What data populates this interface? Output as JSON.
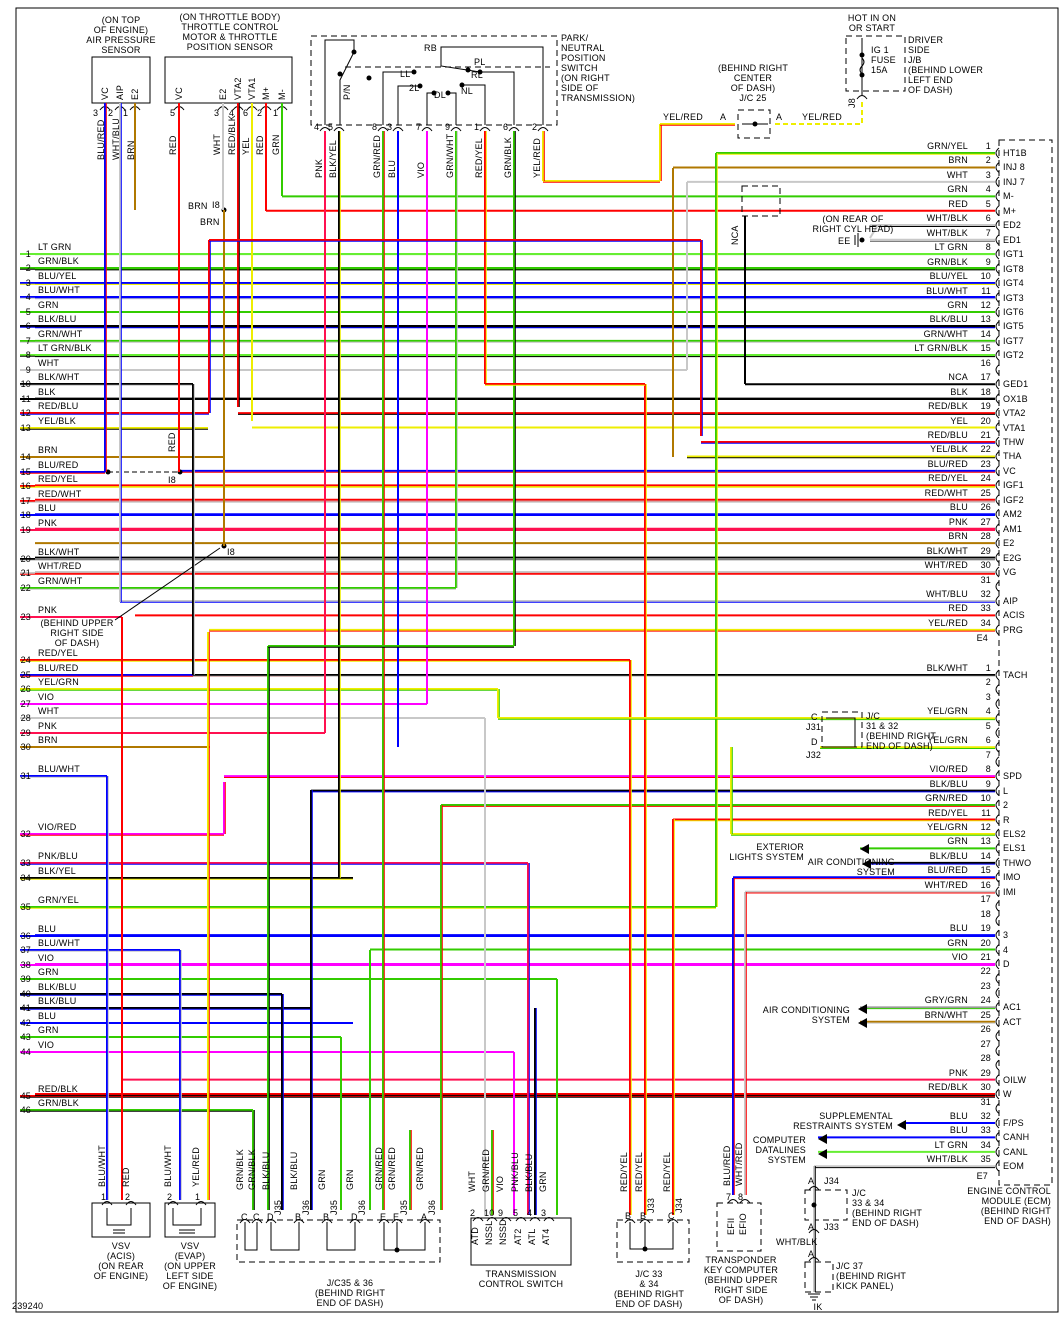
{
  "figure_id": "239240",
  "wire_colors": {
    "GRN": "#33cc00",
    "LT GRN": "#66ee33",
    "RED": "#ff0000",
    "BLU": "#0000ff",
    "YEL": "#eeee00",
    "BRN": "#b07800",
    "WHT": "#c8c8c8",
    "BLK": "#000000",
    "VIO": "#ff00ff",
    "PNK": "#ff1050",
    "GRY": "#999999"
  },
  "air_pressure_sensor": {
    "title": "(ON TOP\nOF ENGINE)\nAIR PRESSURE\nSENSOR",
    "pins": [
      {
        "num": "3",
        "name": "VC",
        "wire": "BLU/RED"
      },
      {
        "num": "2",
        "name": "AIP",
        "wire": "WHT/BLU"
      },
      {
        "num": "1",
        "name": "E2",
        "wire": "BRN"
      }
    ]
  },
  "throttle_sensor": {
    "title": "(ON THROTTLE BODY)\nTHROTTLE CONTROL\nMOTOR & THROTTLE\nPOSITION SENSOR",
    "pins": [
      {
        "num": "5",
        "name": "VC",
        "wire": "RED"
      },
      {
        "num": "3",
        "name": "E2",
        "wire": "WHT"
      },
      {
        "num": "4",
        "name": "VTA2",
        "wire": "RED/BLK"
      },
      {
        "num": "6",
        "name": "VTA1",
        "wire": "YEL"
      },
      {
        "num": "2",
        "name": "M+",
        "wire": "RED"
      },
      {
        "num": "1",
        "name": "M-",
        "wire": "GRN"
      }
    ]
  },
  "park_neutral_switch": {
    "title": "PARK/\nNEUTRAL\nPOSITION\nSWITCH\n(ON RIGHT\nSIDE OF\nTRANSMISSION)",
    "contacts": {
      "rb": "RB",
      "pl": "PL",
      "ll": "LL",
      "rl": "RL",
      "l2": "2L",
      "dl": "DL",
      "nl": "NL",
      "pn": "P/N"
    },
    "pins": [
      {
        "num": "4",
        "wire": "PNK"
      },
      {
        "num": "5",
        "wire": "BLK/YEL"
      },
      {
        "num": "8",
        "wire": "GRN/RED"
      },
      {
        "num": "3",
        "wire": "BLU"
      },
      {
        "num": "7",
        "wire": "VIO"
      },
      {
        "num": "9",
        "wire": "GRN/WHT"
      },
      {
        "num": "1",
        "wire": "RED/YEL"
      },
      {
        "num": "6",
        "wire": "GRN/BLK"
      },
      {
        "num": "2",
        "wire": "YEL/RED"
      }
    ]
  },
  "jc25": {
    "title": "(BEHIND RIGHT\nCENTER\nOF DASH)\nJ/C 25",
    "pin_left": "A",
    "pin_right": "A",
    "wire_left": "YEL/RED",
    "wire_right": "YEL/RED"
  },
  "fuse_block": {
    "hot": "HOT IN ON\nOR START",
    "fuse": "IG 1\nFUSE\n15A",
    "jb": "DRIVER\nSIDE\nJ/B\n(BEHIND LOWER\nLEFT END\nOF DASH)",
    "pin": "J8"
  },
  "shield": {
    "label": "NCA"
  },
  "ground_ee": {
    "label": "EE",
    "location": "(ON REAR OF\nRIGHT CYL HEAD)"
  },
  "splices": {
    "i8_a": "I8",
    "i8_b": "I8",
    "i8_c": "I8",
    "brn_a": "BRN",
    "brn_b": "BRN",
    "red": "RED",
    "callout": "(BEHIND UPPER\nRIGHT SIDE\nOF DASH)"
  },
  "left_rows": [
    {
      "num": "1",
      "wire": "LT GRN"
    },
    {
      "num": "2",
      "wire": "GRN/BLK"
    },
    {
      "num": "3",
      "wire": "BLU/YEL"
    },
    {
      "num": "4",
      "wire": "BLU/WHT"
    },
    {
      "num": "5",
      "wire": "GRN"
    },
    {
      "num": "6",
      "wire": "BLK/BLU"
    },
    {
      "num": "7",
      "wire": "GRN/WHT"
    },
    {
      "num": "8",
      "wire": "LT GRN/BLK"
    },
    {
      "num": "9",
      "wire": "WHT"
    },
    {
      "num": "10",
      "wire": "BLK/WHT"
    },
    {
      "num": "11",
      "wire": "BLK"
    },
    {
      "num": "12",
      "wire": "RED/BLU"
    },
    {
      "num": "13",
      "wire": "YEL/BLK"
    },
    {
      "num": "14",
      "wire": "BRN"
    },
    {
      "num": "15",
      "wire": "BLU/RED"
    },
    {
      "num": "16",
      "wire": "RED/YEL"
    },
    {
      "num": "17",
      "wire": "RED/WHT"
    },
    {
      "num": "18",
      "wire": "BLU"
    },
    {
      "num": "19",
      "wire": "PNK"
    },
    {
      "num": "20",
      "wire": "BLK/WHT"
    },
    {
      "num": "21",
      "wire": "WHT/RED"
    },
    {
      "num": "22",
      "wire": "GRN/WHT"
    },
    {
      "num": "23",
      "wire": "PNK"
    },
    {
      "num": "24",
      "wire": "RED/YEL"
    },
    {
      "num": "25",
      "wire": "BLU/RED"
    },
    {
      "num": "26",
      "wire": "YEL/GRN"
    },
    {
      "num": "27",
      "wire": "VIO"
    },
    {
      "num": "28",
      "wire": "WHT"
    },
    {
      "num": "29",
      "wire": "PNK"
    },
    {
      "num": "30",
      "wire": "BRN"
    },
    {
      "num": "31",
      "wire": "BLU/WHT"
    },
    {
      "num": "32",
      "wire": "VIO/RED"
    },
    {
      "num": "33",
      "wire": "PNK/BLU"
    },
    {
      "num": "34",
      "wire": "BLK/YEL"
    },
    {
      "num": "35",
      "wire": "GRN/YEL"
    },
    {
      "num": "36",
      "wire": "BLU"
    },
    {
      "num": "37",
      "wire": "BLU/WHT"
    },
    {
      "num": "38",
      "wire": "VIO"
    },
    {
      "num": "39",
      "wire": "GRN"
    },
    {
      "num": "40",
      "wire": "BLK/BLU"
    },
    {
      "num": "41",
      "wire": "BLK/BLU"
    },
    {
      "num": "42",
      "wire": "BLU"
    },
    {
      "num": "43",
      "wire": "GRN"
    },
    {
      "num": "44",
      "wire": "VIO"
    },
    {
      "num": "45",
      "wire": "RED/BLK"
    },
    {
      "num": "46",
      "wire": "GRN/BLK"
    }
  ],
  "ecm": {
    "title": "ENGINE CONTROL\nMODULE (ECM)\n(BEHIND RIGHT\nEND OF DASH)",
    "connector1_id": "E4",
    "connector1": [
      {
        "pin": "1",
        "wire": "GRN/YEL",
        "name": "HT1B"
      },
      {
        "pin": "2",
        "wire": "BRN",
        "name": "INJ 8"
      },
      {
        "pin": "3",
        "wire": "WHT",
        "name": "INJ 7"
      },
      {
        "pin": "4",
        "wire": "GRN",
        "name": "M-"
      },
      {
        "pin": "5",
        "wire": "RED",
        "name": "M+"
      },
      {
        "pin": "6",
        "wire": "WHT/BLK",
        "name": "ED2"
      },
      {
        "pin": "7",
        "wire": "WHT/BLK",
        "name": "ED1"
      },
      {
        "pin": "8",
        "wire": "LT GRN",
        "name": "IGT1"
      },
      {
        "pin": "9",
        "wire": "GRN/BLK",
        "name": "IGT8"
      },
      {
        "pin": "10",
        "wire": "BLU/YEL",
        "name": "IGT4"
      },
      {
        "pin": "11",
        "wire": "BLU/WHT",
        "name": "IGT3"
      },
      {
        "pin": "12",
        "wire": "GRN",
        "name": "IGT6"
      },
      {
        "pin": "13",
        "wire": "BLK/BLU",
        "name": "IGT5"
      },
      {
        "pin": "14",
        "wire": "GRN/WHT",
        "name": "IGT7"
      },
      {
        "pin": "15",
        "wire": "LT GRN/BLK",
        "name": "IGT2"
      },
      {
        "pin": "16",
        "wire": "",
        "name": ""
      },
      {
        "pin": "17",
        "wire": "NCA",
        "name": "GED1"
      },
      {
        "pin": "18",
        "wire": "BLK",
        "name": "OX1B"
      },
      {
        "pin": "19",
        "wire": "RED/BLK",
        "name": "VTA2"
      },
      {
        "pin": "20",
        "wire": "YEL",
        "name": "VTA1"
      },
      {
        "pin": "21",
        "wire": "RED/BLU",
        "name": "THW"
      },
      {
        "pin": "22",
        "wire": "YEL/BLK",
        "name": "THA"
      },
      {
        "pin": "23",
        "wire": "BLU/RED",
        "name": "VC"
      },
      {
        "pin": "24",
        "wire": "RED/YEL",
        "name": "IGF1"
      },
      {
        "pin": "25",
        "wire": "RED/WHT",
        "name": "IGF2"
      },
      {
        "pin": "26",
        "wire": "BLU",
        "name": "AM2"
      },
      {
        "pin": "27",
        "wire": "PNK",
        "name": "AM1"
      },
      {
        "pin": "28",
        "wire": "BRN",
        "name": "E2"
      },
      {
        "pin": "29",
        "wire": "BLK/WHT",
        "name": "E2G"
      },
      {
        "pin": "30",
        "wire": "WHT/RED",
        "name": "VG"
      },
      {
        "pin": "31",
        "wire": "",
        "name": ""
      },
      {
        "pin": "32",
        "wire": "WHT/BLU",
        "name": "AIP"
      },
      {
        "pin": "33",
        "wire": "RED",
        "name": "ACIS"
      },
      {
        "pin": "34",
        "wire": "YEL/RED",
        "name": "PRG"
      }
    ],
    "connector2_id": "E7",
    "connector2": [
      {
        "pin": "1",
        "wire": "BLK/WHT",
        "name": "TACH"
      },
      {
        "pin": "2",
        "wire": "",
        "name": ""
      },
      {
        "pin": "3",
        "wire": "",
        "name": ""
      },
      {
        "pin": "4",
        "wire": "YEL/GRN",
        "name": ""
      },
      {
        "pin": "5",
        "wire": "",
        "name": ""
      },
      {
        "pin": "6",
        "wire": "YEL/GRN",
        "name": ""
      },
      {
        "pin": "7",
        "wire": "",
        "name": ""
      },
      {
        "pin": "8",
        "wire": "VIO/RED",
        "name": "SPD"
      },
      {
        "pin": "9",
        "wire": "BLK/BLU",
        "name": "L"
      },
      {
        "pin": "10",
        "wire": "GRN/RED",
        "name": "2"
      },
      {
        "pin": "11",
        "wire": "RED/YEL",
        "name": "R"
      },
      {
        "pin": "12",
        "wire": "YEL/GRN",
        "name": "ELS2"
      },
      {
        "pin": "13",
        "wire": "GRN",
        "name": "ELS1"
      },
      {
        "pin": "14",
        "wire": "BLK/BLU",
        "name": "THWO"
      },
      {
        "pin": "15",
        "wire": "BLU/RED",
        "name": "IMO"
      },
      {
        "pin": "16",
        "wire": "WHT/RED",
        "name": "IMI"
      },
      {
        "pin": "17",
        "wire": "",
        "name": ""
      },
      {
        "pin": "18",
        "wire": "",
        "name": ""
      },
      {
        "pin": "19",
        "wire": "BLU",
        "name": "3"
      },
      {
        "pin": "20",
        "wire": "GRN",
        "name": "4"
      },
      {
        "pin": "21",
        "wire": "VIO",
        "name": "D"
      },
      {
        "pin": "22",
        "wire": "",
        "name": ""
      },
      {
        "pin": "23",
        "wire": "",
        "name": ""
      },
      {
        "pin": "24",
        "wire": "GRY/GRN",
        "name": "AC1"
      },
      {
        "pin": "25",
        "wire": "BRN/WHT",
        "name": "ACT"
      },
      {
        "pin": "26",
        "wire": "",
        "name": ""
      },
      {
        "pin": "27",
        "wire": "",
        "name": ""
      },
      {
        "pin": "28",
        "wire": "",
        "name": ""
      },
      {
        "pin": "29",
        "wire": "PNK",
        "name": "OILW"
      },
      {
        "pin": "30",
        "wire": "RED/BLK",
        "name": "W"
      },
      {
        "pin": "31",
        "wire": "",
        "name": ""
      },
      {
        "pin": "32",
        "wire": "BLU",
        "name": "F/PS"
      },
      {
        "pin": "33",
        "wire": "BLU",
        "name": "CANH"
      },
      {
        "pin": "34",
        "wire": "LT GRN",
        "name": "CANL"
      },
      {
        "pin": "35",
        "wire": "WHT/BLK",
        "name": "EOM"
      }
    ]
  },
  "jc3132": {
    "title": "J/C\n31 & 32\n(BEHIND RIGHT\nEND OF DASH)",
    "pin_c": "C",
    "pin_d": "D",
    "j31": "J31",
    "j32": "J32"
  },
  "systems": {
    "exterior_lights": "EXTERIOR\nLIGHTS SYSTEM",
    "air_conditioning_1": "AIR CONDITIONING\nSYSTEM",
    "air_conditioning_2": "AIR CONDITIONING\nSYSTEM",
    "srs": "SUPPLEMENTAL\nRESTRAINTS SYSTEM",
    "datalines": "COMPUTER\nDATALINES\nSYSTEM"
  },
  "vsv_acis": {
    "title": "VSV\n(ACIS)\n(ON REAR\nOF ENGINE)",
    "pins": [
      {
        "num": "1",
        "wire": "BLU/WHT"
      },
      {
        "num": "2",
        "wire": "RED"
      }
    ]
  },
  "vsv_evap": {
    "title": "VSV\n(EVAP)\n(ON UPPER\nLEFT SIDE\nOF ENGINE)",
    "pins": [
      {
        "num": "2",
        "wire": "BLU/WHT"
      },
      {
        "num": "1",
        "wire": "YEL/RED"
      }
    ]
  },
  "jc3536": {
    "title": "J/C35 & 36\n(BEHIND RIGHT\nEND OF DASH)",
    "pins": [
      {
        "pin": "C",
        "wire": "GRN/BLK",
        "conn": ""
      },
      {
        "pin": "C",
        "wire": "GRN/BLK",
        "conn": ""
      },
      {
        "pin": "D",
        "wire": "BLK/BLU",
        "conn": "J35"
      },
      {
        "pin": "B",
        "wire": "BLK/BLU",
        "conn": "J36"
      },
      {
        "pin": "B",
        "wire": "GRN",
        "conn": "J35"
      },
      {
        "pin": "D",
        "wire": "GRN",
        "conn": "J36"
      },
      {
        "pin": "E",
        "wire": "GRN/RED",
        "conn": ""
      },
      {
        "pin": "E",
        "wire": "GRN/RED",
        "conn": "J35"
      },
      {
        "pin": "A",
        "wire": "GRN/RED",
        "conn": "J36"
      }
    ]
  },
  "tcs": {
    "title": "TRANSMISSION\nCONTROL SWITCH",
    "pins": [
      {
        "num": "2",
        "name": "ATD",
        "wire": "WHT"
      },
      {
        "num": "10",
        "name": "NSSL",
        "wire": "GRN/RED"
      },
      {
        "num": "9",
        "name": "NSSD",
        "wire": "VIO"
      },
      {
        "num": "5",
        "name": "AT2",
        "wire": "PNK/BLU"
      },
      {
        "num": "4",
        "name": "ATL",
        "wire": "BLK/BLU"
      },
      {
        "num": "3",
        "name": "AT4",
        "wire": "GRN"
      }
    ]
  },
  "jc3334_a": {
    "title": "J/C 33\n& 34\n(BEHIND RIGHT\nEND OF DASH)",
    "pins": [
      {
        "pin": "B",
        "wire": "RED/YEL",
        "conn": ""
      },
      {
        "pin": "B",
        "wire": "RED/YEL",
        "conn": "J33"
      },
      {
        "pin": "C",
        "wire": "RED/YEL",
        "conn": "J34"
      }
    ]
  },
  "transponder": {
    "title": "TRANSPONDER\nKEY COMPUTER\n(BEHIND UPPER\nRIGHT SIDE\nOF DASH)",
    "pins": [
      {
        "num": "7",
        "name": "EFII",
        "wire": "BLU/RED"
      },
      {
        "num": "8",
        "name": "EFIO",
        "wire": "WHT/RED"
      }
    ]
  },
  "jc3334_b": {
    "title": "J/C\n33 & 34\n(BEHIND RIGHT\nEND OF DASH)",
    "pin_top": "A",
    "j34": "J34",
    "pin_bottom": "A",
    "j33": "J33",
    "wire": "WHT/BLK"
  },
  "jc37": {
    "title": "J/C 37\n(BEHIND RIGHT\nKICK PANEL)",
    "pin": "A",
    "ground": "IK"
  }
}
